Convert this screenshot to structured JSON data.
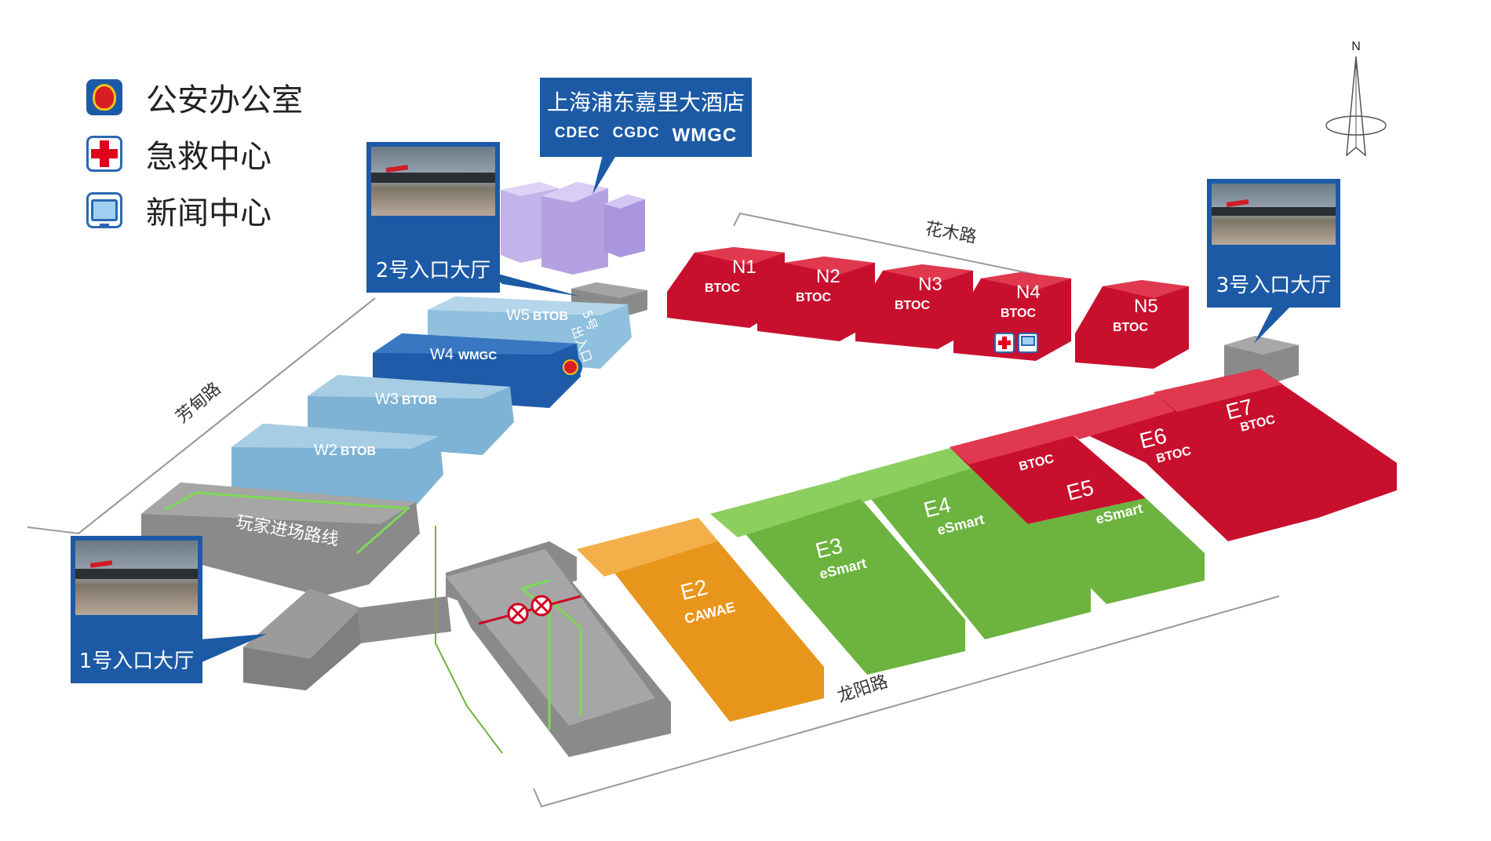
{
  "legend": {
    "items": [
      {
        "label": "公安办公室",
        "icon": "police-badge-icon"
      },
      {
        "label": "急救中心",
        "icon": "first-aid-cross-icon"
      },
      {
        "label": "新闻中心",
        "icon": "press-monitor-icon"
      }
    ]
  },
  "hotel": {
    "name": "上海浦东嘉里大酒店",
    "logos": [
      "CDEC",
      "CGDC",
      "WMGC"
    ]
  },
  "entrances": {
    "hall1": "1号入口大厅",
    "hall2": "2号入口大厅",
    "hall3": "3号入口大厅",
    "exit5_line1": "5号",
    "exit5_line2": "出入口"
  },
  "roads": {
    "north": "花木路",
    "west": "芳甸路",
    "south": "龙阳路"
  },
  "route_label": "玩家进场路线",
  "compass": {
    "north": "N"
  },
  "halls": {
    "W5": {
      "name": "W5",
      "type": "BTOB"
    },
    "W4": {
      "name": "W4",
      "type": "WMGC"
    },
    "W3": {
      "name": "W3",
      "type": "BTOB"
    },
    "W2": {
      "name": "W2",
      "type": "BTOB"
    },
    "N1": {
      "name": "N1",
      "type": "BTOC"
    },
    "N2": {
      "name": "N2",
      "type": "BTOC"
    },
    "N3": {
      "name": "N3",
      "type": "BTOC"
    },
    "N4": {
      "name": "N4",
      "type": "BTOC"
    },
    "N5": {
      "name": "N5",
      "type": "BTOC"
    },
    "E2": {
      "name": "E2",
      "type": "CAWAE"
    },
    "E3": {
      "name": "E3",
      "type": "eSmart"
    },
    "E4": {
      "name": "E4",
      "type": "eSmart"
    },
    "E5": {
      "name": "E5",
      "type": "eSmart"
    },
    "E5top": {
      "type": "BTOC"
    },
    "E6": {
      "name": "E6",
      "type": "BTOC"
    },
    "E7": {
      "name": "E7",
      "type": "BTOC"
    }
  },
  "colors": {
    "red_hall": "#c8102e",
    "green_hall": "#6cb33f",
    "orange_hall": "#e8951b",
    "light_blue_hall": "#7fb3d5",
    "dark_blue_hall": "#1f5ba8",
    "grey_block": "#8a8a8a",
    "callout_blue": "#1c5aa6",
    "hotel_purple": "#b9a8e6"
  }
}
